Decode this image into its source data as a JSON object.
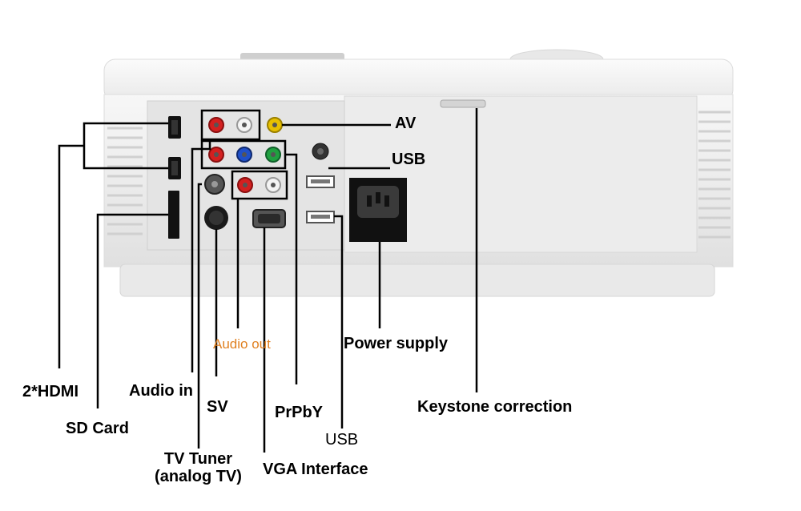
{
  "labels": {
    "av": "AV",
    "usb_top": "USB",
    "audio_out": "Audio out",
    "power_supply": "Power supply",
    "hdmi": "2*HDMI",
    "audio_in": "Audio in",
    "sv": "SV",
    "prpby": "PrPbY",
    "keystone": "Keystone correction",
    "sd_card": "SD Card",
    "usb_bottom": "USB",
    "tv_tuner_line1": "TV Tuner",
    "tv_tuner_line2": "(analog TV)",
    "vga": "VGA Interface"
  },
  "colors": {
    "body": "#f2f2f2",
    "panel": "#e6e6e6",
    "jack_red": "#d42020",
    "jack_white": "#f4f4f4",
    "jack_yellow": "#e8c000",
    "jack_blue": "#2050c8",
    "jack_green": "#20a040",
    "leader": "#000000",
    "audio_out_text": "#e08020"
  }
}
